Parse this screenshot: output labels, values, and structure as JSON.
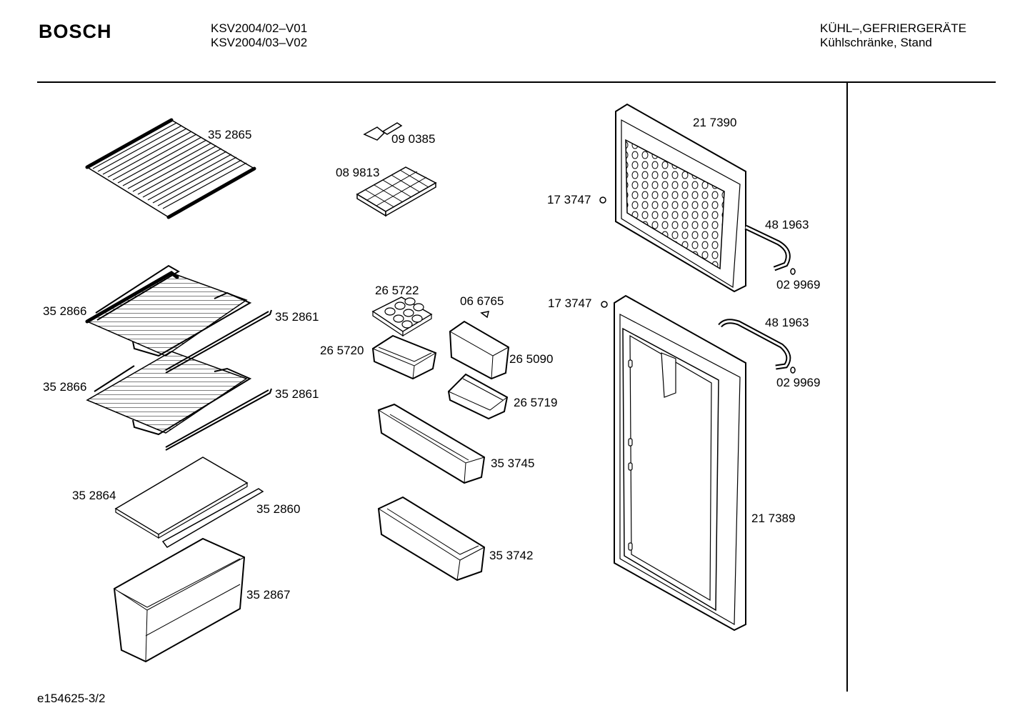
{
  "header": {
    "brand": "BOSCH",
    "models": [
      "KSV2004/02–V01",
      "KSV2004/03–V02"
    ],
    "category_line1": "KÜHL–,GEFRIERGERÄTE",
    "category_line2": "Kühlschränke, Stand"
  },
  "footer": {
    "doc_id": "e154625-3/2"
  },
  "parts": [
    {
      "id": "p_352865",
      "label": "35 2865",
      "name": "wire-shelf"
    },
    {
      "id": "p_090385",
      "label": "09 0385",
      "name": "ice-scoop"
    },
    {
      "id": "p_089813",
      "label": "08 9813",
      "name": "ice-cube-tray"
    },
    {
      "id": "p_217390",
      "label": "21 7390",
      "name": "freezer-door"
    },
    {
      "id": "p_173747a",
      "label": "17 3747",
      "name": "freezer-door-screw"
    },
    {
      "id": "p_481963a",
      "label": "48 1963",
      "name": "freezer-door-handle"
    },
    {
      "id": "p_029969a",
      "label": "02 9969",
      "name": "freezer-handle-cap"
    },
    {
      "id": "p_265722",
      "label": "26 5722",
      "name": "egg-tray"
    },
    {
      "id": "p_066765",
      "label": "06 6765",
      "name": "clip"
    },
    {
      "id": "p_173747b",
      "label": "17 3747",
      "name": "fridge-door-screw"
    },
    {
      "id": "p_481963b",
      "label": "48 1963",
      "name": "fridge-door-handle"
    },
    {
      "id": "p_029969b",
      "label": "02 9969",
      "name": "fridge-handle-cap"
    },
    {
      "id": "p_352866a",
      "label": "35 2866",
      "name": "upper-glass-shelf"
    },
    {
      "id": "p_352861a",
      "label": "35 2861",
      "name": "upper-shelf-trim"
    },
    {
      "id": "p_265720",
      "label": "26 5720",
      "name": "small-door-bin"
    },
    {
      "id": "p_265090",
      "label": "26 5090",
      "name": "butter-compartment"
    },
    {
      "id": "p_352866b",
      "label": "35 2866",
      "name": "lower-glass-shelf"
    },
    {
      "id": "p_352861b",
      "label": "35 2861",
      "name": "lower-shelf-trim"
    },
    {
      "id": "p_265719",
      "label": "26 5719",
      "name": "door-shelf-small"
    },
    {
      "id": "p_353745",
      "label": "35 3745",
      "name": "bottle-rack"
    },
    {
      "id": "p_352864",
      "label": "35 2864",
      "name": "crisper-cover-glass"
    },
    {
      "id": "p_352860",
      "label": "35 2860",
      "name": "crisper-cover-trim"
    },
    {
      "id": "p_353742",
      "label": "35 3742",
      "name": "door-bin-large"
    },
    {
      "id": "p_217389",
      "label": "21 7389",
      "name": "fridge-door"
    },
    {
      "id": "p_352867",
      "label": "35 2867",
      "name": "vegetable-crisper"
    }
  ]
}
